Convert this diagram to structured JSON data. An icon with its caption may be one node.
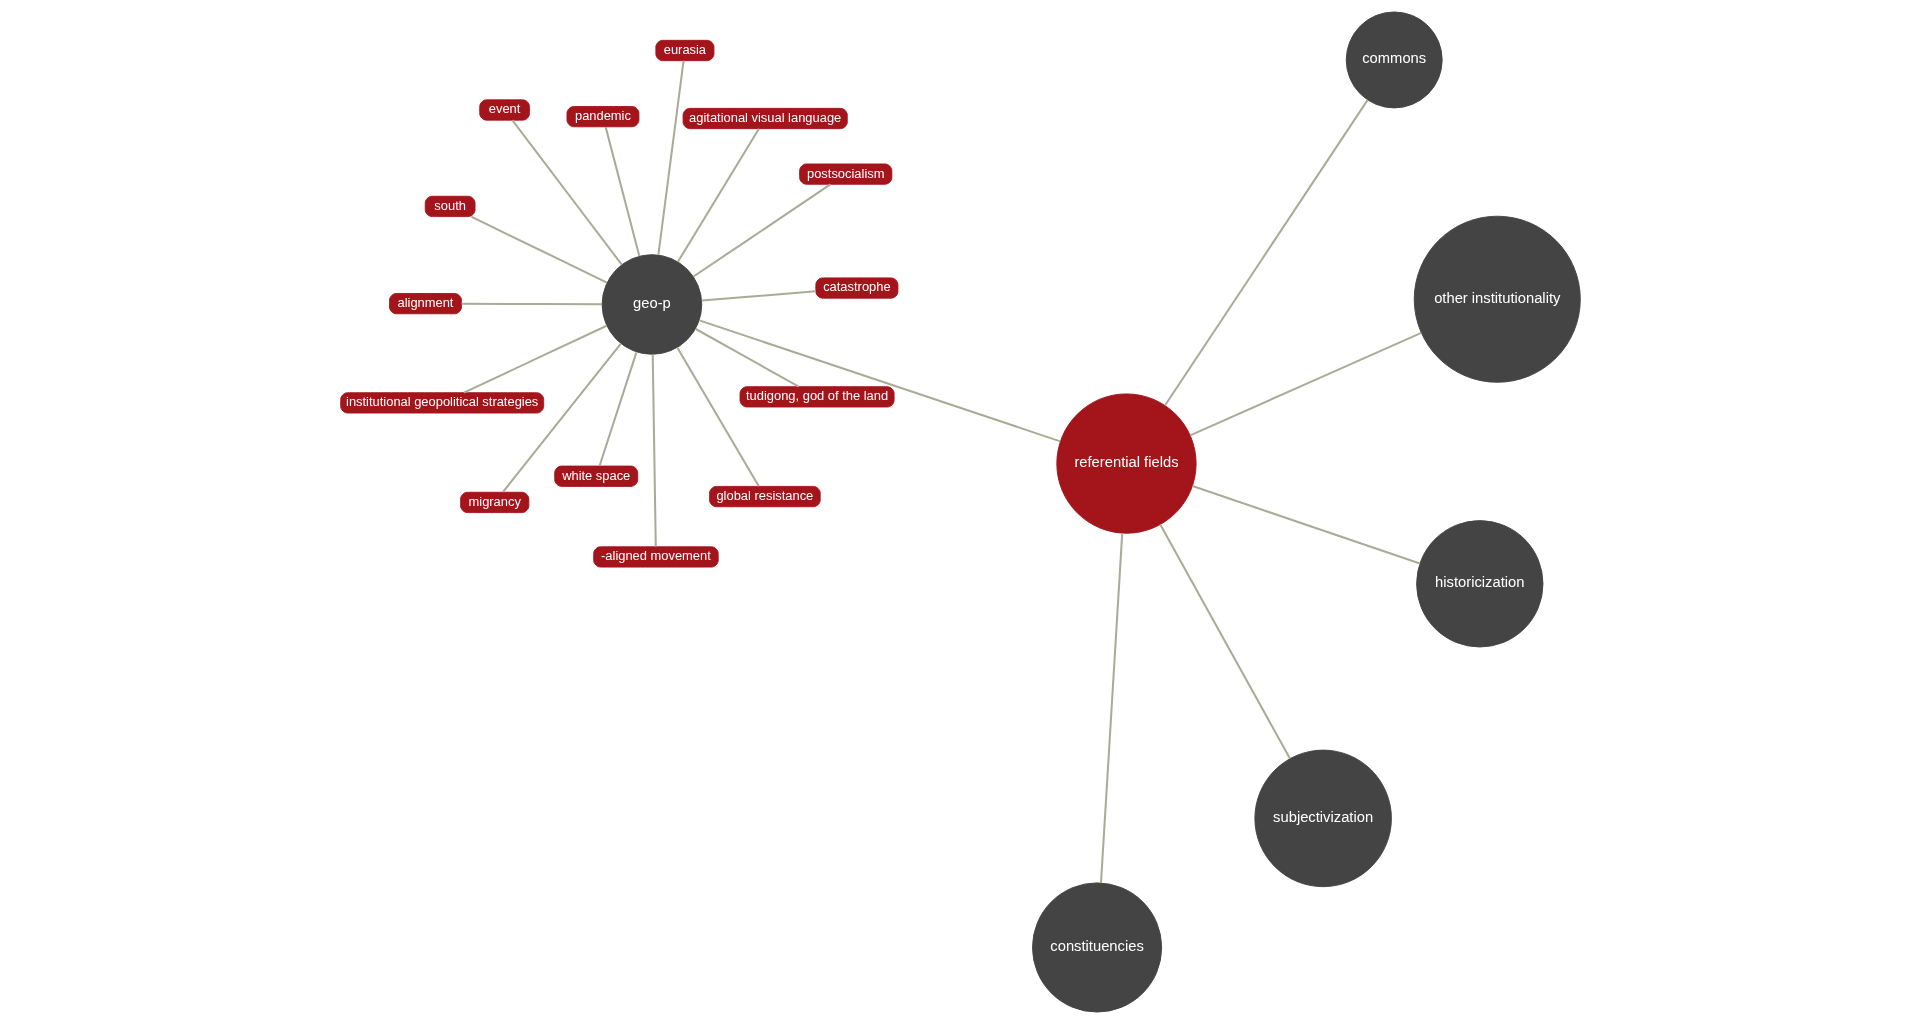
{
  "diagram": {
    "nodes": [
      {
        "text": [
          "pandemic"
        ]
      },
      {
        "text": [
          "-aligned movement"
        ]
      },
      {
        "text": [
          "global resistance"
        ]
      },
      {
        "text": [
          "event"
        ]
      },
      {
        "text": [
          "migrancy"
        ]
      },
      {
        "text": [
          "postsocialism"
        ]
      },
      {
        "text": [
          "eurasia"
        ]
      },
      {
        "text": [
          "white space"
        ]
      },
      {
        "text": [
          "geo-p"
        ]
      },
      {
        "text": [
          "tudigong, god of the land"
        ]
      },
      {
        "text": [
          "agitational visual language"
        ]
      },
      {
        "text": [
          "catastrophe"
        ]
      },
      {
        "text": [
          "alignment"
        ]
      },
      {
        "text": [
          "institutional geopolitical strategies"
        ]
      },
      {
        "text": [
          "south"
        ]
      },
      {
        "text": [
          "commons"
        ]
      },
      {
        "text": [
          "constituencies"
        ]
      },
      {
        "text": [
          "referential fields"
        ]
      },
      {
        "text": [
          "subjectivization"
        ]
      },
      {
        "text": [
          "other institutionality"
        ]
      },
      {
        "text": [
          "historicization"
        ]
      }
    ],
    "edges": [
      {
        "from": 17,
        "to": 15,
        "arrow": "none"
      },
      {
        "from": 17,
        "to": 8,
        "arrow": "none"
      },
      {
        "from": 17,
        "to": 16,
        "arrow": "none"
      },
      {
        "from": 17,
        "to": 18,
        "arrow": "none"
      },
      {
        "from": 17,
        "to": 19,
        "arrow": "none"
      },
      {
        "from": 17,
        "to": 20,
        "arrow": "none"
      },
      {
        "from": 8,
        "to": 0,
        "arrow": "none"
      },
      {
        "from": 8,
        "to": 1,
        "arrow": "none"
      },
      {
        "from": 8,
        "to": 2,
        "arrow": "none"
      },
      {
        "from": 8,
        "to": 3,
        "arrow": "none"
      },
      {
        "from": 8,
        "to": 4,
        "arrow": "none"
      },
      {
        "from": 8,
        "to": 5,
        "arrow": "none"
      },
      {
        "from": 8,
        "to": 6,
        "arrow": "none"
      },
      {
        "from": 8,
        "to": 7,
        "arrow": "none"
      },
      {
        "from": 8,
        "to": 9,
        "arrow": "none"
      },
      {
        "from": 8,
        "to": 10,
        "arrow": "none"
      },
      {
        "from": 8,
        "to": 11,
        "arrow": "none"
      },
      {
        "from": 8,
        "to": 12,
        "arrow": "none"
      },
      {
        "from": 8,
        "to": 13,
        "arrow": "none"
      },
      {
        "from": 8,
        "to": 14,
        "arrow": "none"
      }
    ]
  }
}
